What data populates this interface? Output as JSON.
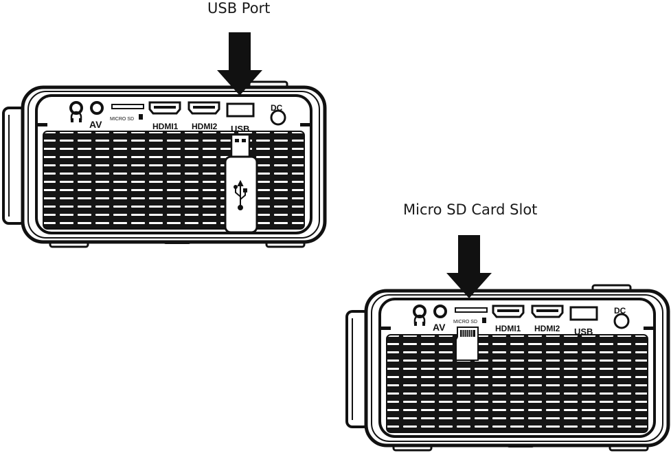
{
  "callouts": {
    "usb": "USB Port",
    "microsd": "Micro SD Card Slot"
  },
  "port_labels": {
    "microsd": "MICRO SD",
    "av": "AV",
    "hdmi1": "HDMI1",
    "hdmi2": "HDMI2",
    "usb": "USB",
    "dc": "DC"
  }
}
